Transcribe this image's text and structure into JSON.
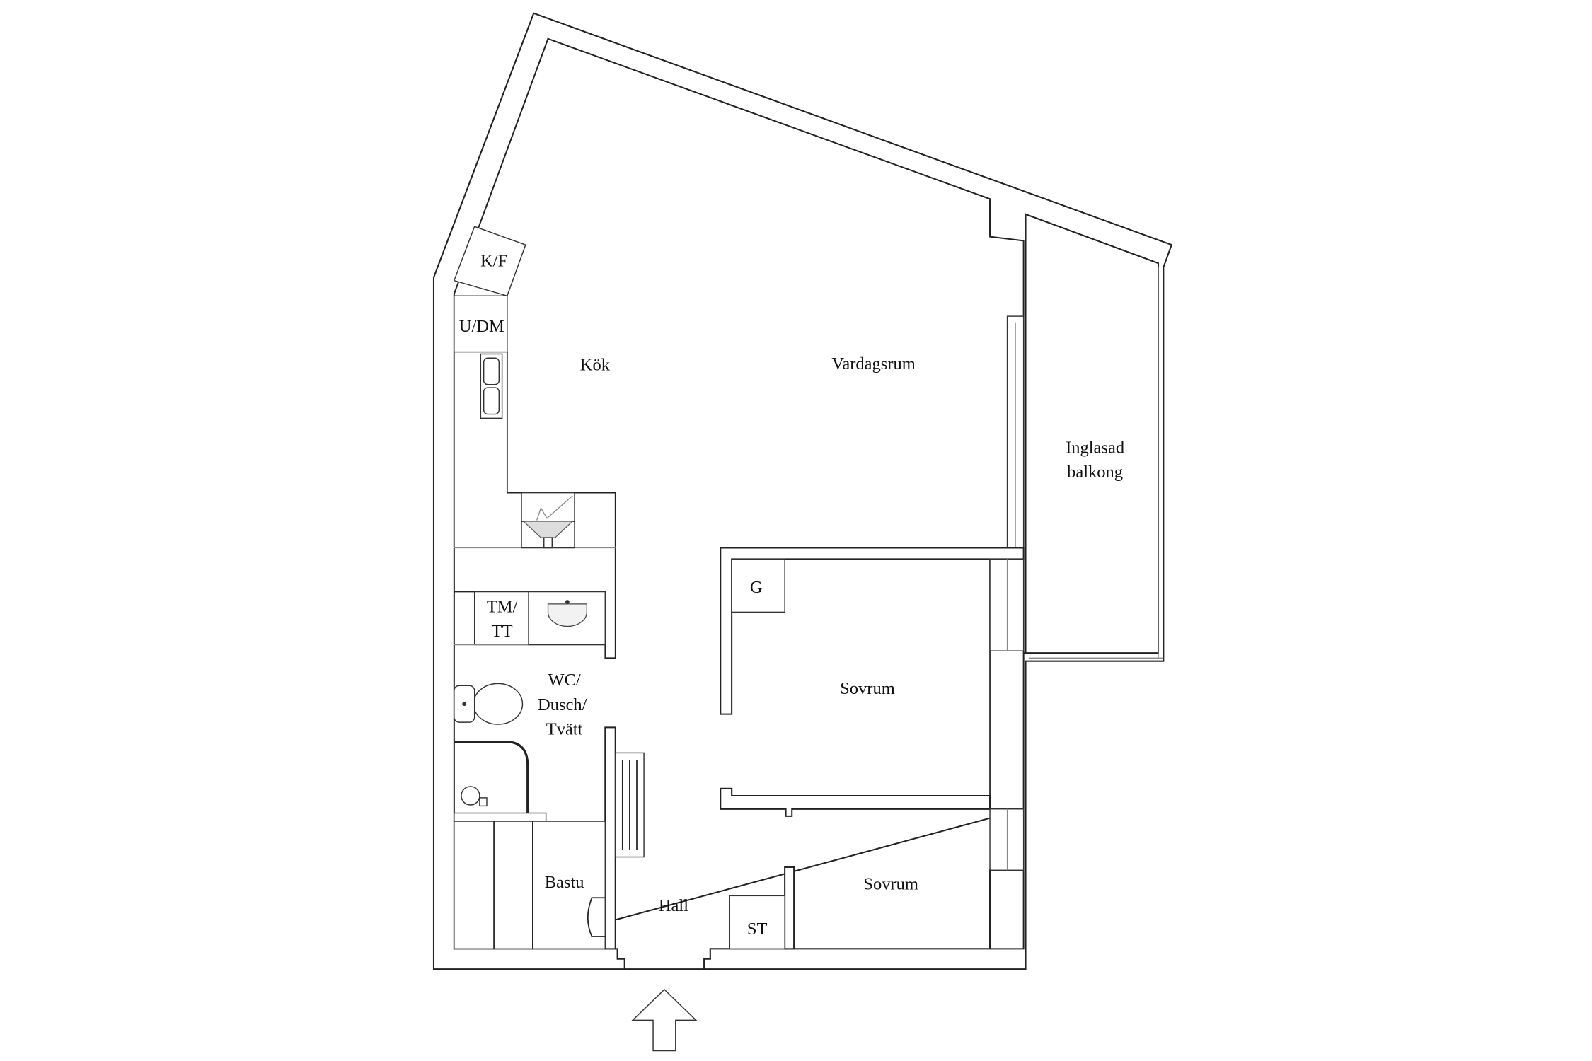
{
  "rooms": {
    "kitchen": "Kök",
    "living_room": "Vardagsrum",
    "balcony_line1": "Inglasad",
    "balcony_line2": "balkong",
    "fridge_freezer": "K/F",
    "oven_microwave": "U/DM",
    "washer_dryer_line1": "TM/",
    "washer_dryer_line2": "TT",
    "bathroom_line1": "WC/",
    "bathroom_line2": "Dusch/",
    "bathroom_line3": "Tvätt",
    "wardrobe": "G",
    "bedroom_1": "Sovrum",
    "bedroom_2": "Sovrum",
    "sauna": "Bastu",
    "hall": "Hall",
    "storage": "ST"
  },
  "entrance_icon": "arrow-up-icon"
}
